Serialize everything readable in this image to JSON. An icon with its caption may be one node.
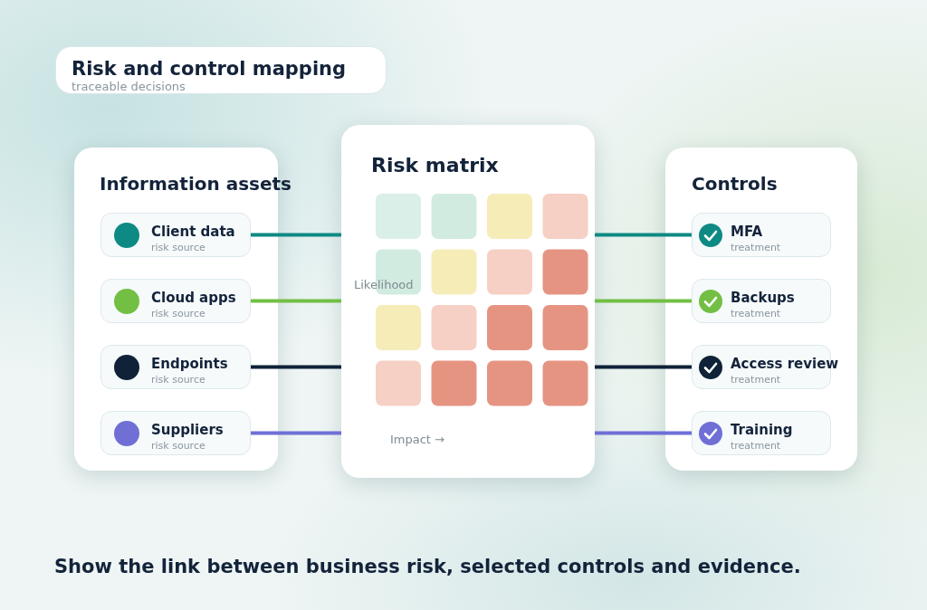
{
  "diagram": {
    "title": "Risk and control mapping",
    "caption": "Show the link between business risk, selected controls and evidence.",
    "nodes": [
      {
        "text": [
          "Information assets"
        ]
      },
      {
        "text": [
          "Client data",
          "risk source"
        ],
        "in": 0
      },
      {
        "text": [
          "Cloud apps",
          "risk source"
        ],
        "in": 0
      },
      {
        "text": [
          "Endpoints",
          "risk source"
        ],
        "in": 0
      },
      {
        "text": [
          "Suppliers",
          "risk source"
        ],
        "in": 0
      },
      {
        "text": [
          "Risk matrix"
        ]
      },
      {
        "text": [
          "Controls"
        ]
      },
      {
        "text": [
          "MFA",
          "treatment"
        ],
        "in": 6
      },
      {
        "text": [
          "Backups",
          "treatment"
        ],
        "in": 6
      },
      {
        "text": [
          "Access review",
          "treatment"
        ],
        "in": 6
      },
      {
        "text": [
          "Training",
          "treatment"
        ],
        "in": 6
      }
    ],
    "edges": [
      {
        "from": 1,
        "to": 5,
        "arrow": "none",
        "color": "#0e8a84"
      },
      {
        "from": 2,
        "to": 5,
        "arrow": "none",
        "color": "#72bf44"
      },
      {
        "from": 3,
        "to": 5,
        "arrow": "none",
        "color": "#0f2238"
      },
      {
        "from": 4,
        "to": 5,
        "arrow": "none",
        "color": "#6f6fd6"
      },
      {
        "from": 5,
        "to": 7,
        "arrow": "none",
        "color": "#0e8a84"
      },
      {
        "from": 5,
        "to": 8,
        "arrow": "none",
        "color": "#72bf44"
      },
      {
        "from": 5,
        "to": 9,
        "arrow": "none",
        "color": "#0f2238"
      },
      {
        "from": 5,
        "to": 10,
        "arrow": "none",
        "color": "#6f6fd6"
      }
    ],
    "labels": [
      "traceable decisions",
      "Likelihood",
      "Impact →"
    ]
  }
}
